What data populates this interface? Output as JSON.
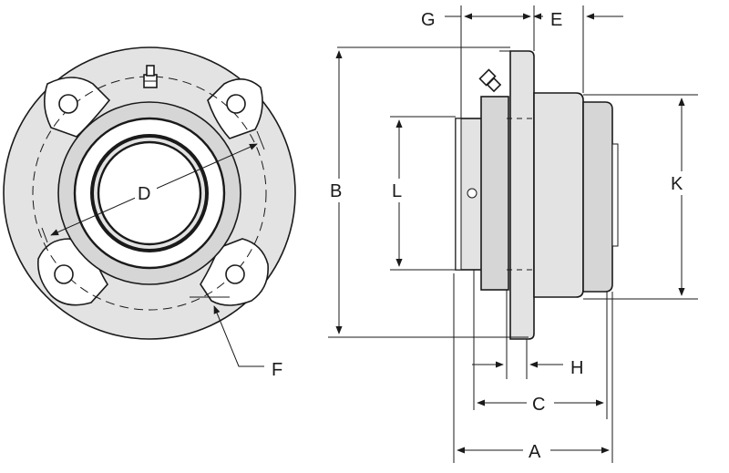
{
  "front_view": {
    "labels": {
      "bore_diameter": "D",
      "bolt_circle": "F"
    }
  },
  "side_view": {
    "labels": {
      "flange_height": "B",
      "collar_height": "L",
      "housing_height": "K",
      "top_left": "G",
      "top_right": "E",
      "flange_thickness": "H",
      "body_length": "C",
      "overall_length": "A"
    }
  },
  "colors": {
    "line": "#1a1a1a",
    "fill": "#e3e3e3"
  }
}
